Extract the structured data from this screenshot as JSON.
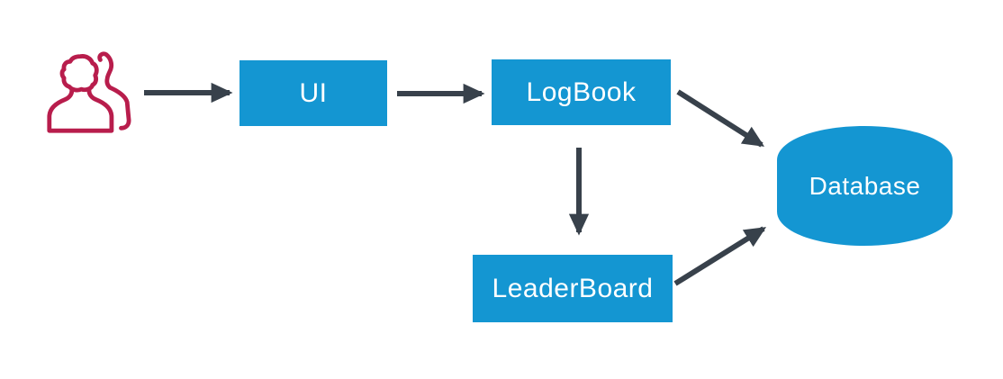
{
  "colors": {
    "node_fill": "#1496d2",
    "arrow": "#38414b",
    "users_icon": "#b81d4c",
    "label_text": "#ffffff",
    "background": "#ffffff"
  },
  "nodes": {
    "users": {
      "icon": "users-icon"
    },
    "ui": {
      "label": "UI"
    },
    "logbook": {
      "label": "LogBook"
    },
    "leaderboard": {
      "label": "LeaderBoard"
    },
    "database": {
      "label": "Database",
      "shape": "cylinder"
    }
  },
  "edges": [
    {
      "from": "users",
      "to": "ui"
    },
    {
      "from": "ui",
      "to": "logbook"
    },
    {
      "from": "logbook",
      "to": "database"
    },
    {
      "from": "logbook",
      "to": "leaderboard"
    },
    {
      "from": "leaderboard",
      "to": "database"
    }
  ]
}
